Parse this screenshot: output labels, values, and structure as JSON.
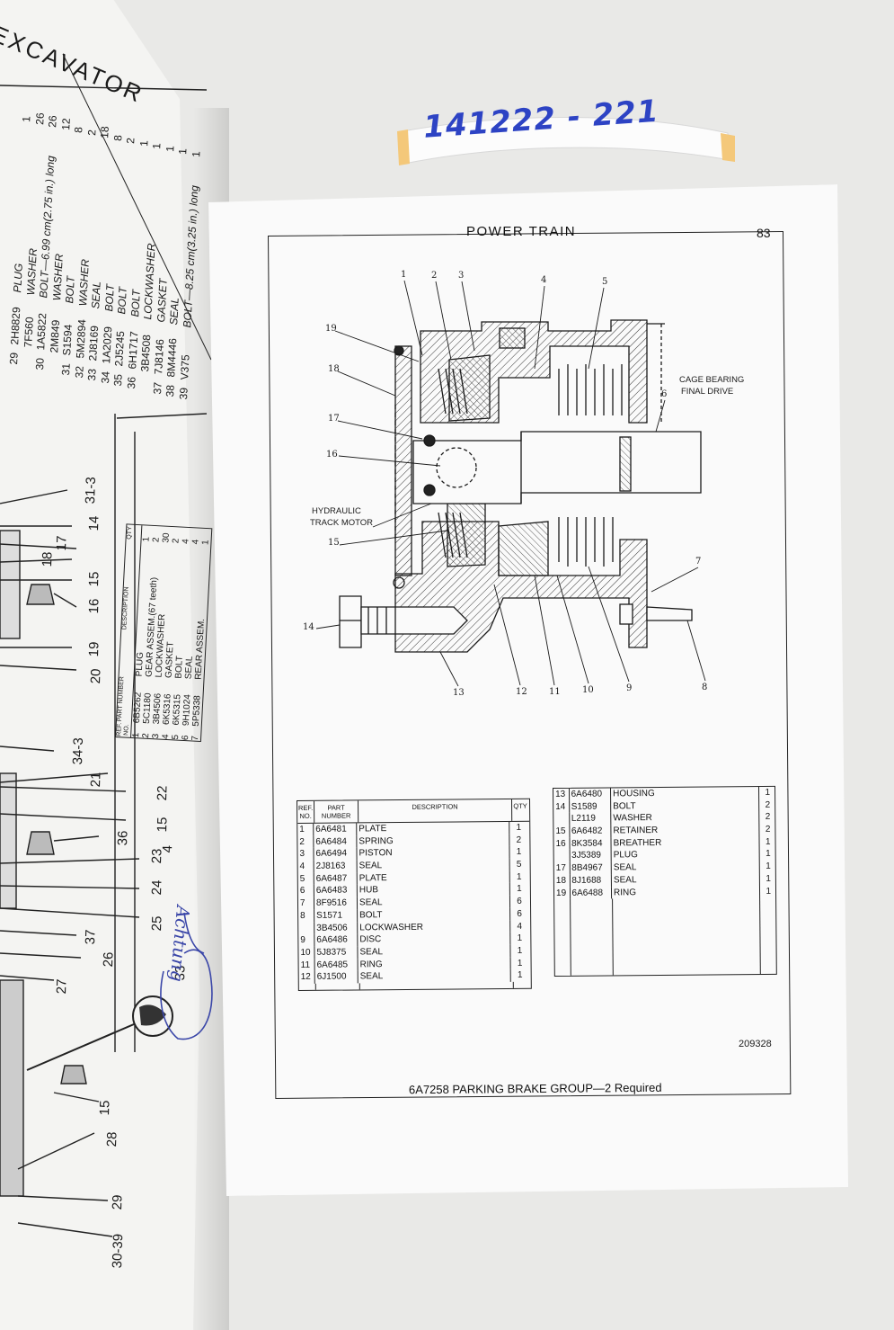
{
  "left_page": {
    "title": "EXCAVATOR",
    "parts_rows": [
      {
        "ref": "29",
        "part": "2H8829",
        "desc": "PLUG",
        "qty": "1"
      },
      {
        "ref": "",
        "part": "7F560",
        "desc": "WASHER",
        "qty": "26"
      },
      {
        "ref": "30",
        "part": "1A5822",
        "desc": "BOLT—6.99 cm(2.75 in.) long",
        "qty": "26"
      },
      {
        "ref": "",
        "part": "2M849",
        "desc": "WASHER",
        "qty": "12"
      },
      {
        "ref": "31",
        "part": "S1594",
        "desc": "BOLT",
        "qty": "8"
      },
      {
        "ref": "32",
        "part": "5M2894",
        "desc": "WASHER",
        "qty": "2"
      },
      {
        "ref": "33",
        "part": "2J8169",
        "desc": "SEAL",
        "qty": "18"
      },
      {
        "ref": "34",
        "part": "1A2029",
        "desc": "BOLT",
        "qty": "8"
      },
      {
        "ref": "35",
        "part": "2J5245",
        "desc": "BOLT",
        "qty": "2"
      },
      {
        "ref": "36",
        "part": "6H1717",
        "desc": "BOLT",
        "qty": "1"
      },
      {
        "ref": "",
        "part": "3B4508",
        "desc": "LOCKWASHER",
        "qty": "1"
      },
      {
        "ref": "37",
        "part": "7J8146",
        "desc": "GASKET",
        "qty": "1"
      },
      {
        "ref": "38",
        "part": "8M4446",
        "desc": "SEAL",
        "qty": "1"
      },
      {
        "ref": "39",
        "part": "V375",
        "desc": "BOLT—8.25 cm(3.25 in.) long",
        "qty": "1"
      }
    ],
    "small_table": {
      "headers": {
        "ref": "REF. NO.",
        "part": "PART NUMBER",
        "desc": "DESCRIPTION",
        "qty": "QTY"
      },
      "rows": [
        {
          "ref": "1",
          "part": "6B5262",
          "desc": "PLUG",
          "qty": "1"
        },
        {
          "ref": "2",
          "part": "5C1180",
          "desc": "GEAR ASSEM.(67 teeth)",
          "qty": "2"
        },
        {
          "ref": "3",
          "part": "3B4506",
          "desc": "LOCKWASHER",
          "qty": "30"
        },
        {
          "ref": "4",
          "part": "6K5316",
          "desc": "GASKET",
          "qty": "2"
        },
        {
          "ref": "5",
          "part": "6K5315",
          "desc": "BOLT",
          "qty": "4"
        },
        {
          "ref": "6",
          "part": "9H1024",
          "desc": "SEAL",
          "qty": "4"
        },
        {
          "ref": "7",
          "part": "5P5338",
          "desc": "REAR ASSEM.",
          "qty": "1"
        }
      ]
    },
    "callouts": [
      "31-3",
      "14",
      "17",
      "18",
      "15",
      "16",
      "19",
      "20",
      "34-3",
      "21",
      "22",
      "15",
      "36",
      "23",
      "4",
      "24",
      "25",
      "37",
      "26",
      "27",
      "33",
      "15",
      "28",
      "29",
      "30-39"
    ],
    "handwriting": "Achtung"
  },
  "sticker": {
    "text": "141222 - 221"
  },
  "right_page": {
    "header": "POWER TRAIN",
    "page_number": "83",
    "diagram_labels": {
      "cage_bearing": "CAGE BEARING",
      "final_drive": "FINAL DRIVE",
      "hydraulic": "HYDRAULIC",
      "track_motor": "TRACK MOTOR",
      "numbers": [
        "1",
        "2",
        "3",
        "4",
        "5",
        "6",
        "7",
        "8",
        "9",
        "10",
        "11",
        "12",
        "13",
        "14",
        "15",
        "16",
        "17",
        "18",
        "19"
      ]
    },
    "table_left": {
      "headers": {
        "ref": "REF. NO.",
        "part": "PART NUMBER",
        "desc": "DESCRIPTION",
        "qty": "QTY"
      },
      "rows": [
        {
          "ref": "1",
          "part": "6A6481",
          "desc": "PLATE",
          "qty": "1"
        },
        {
          "ref": "2",
          "part": "6A6484",
          "desc": "SPRING",
          "qty": "2"
        },
        {
          "ref": "3",
          "part": "6A6494",
          "desc": "PISTON",
          "qty": "1"
        },
        {
          "ref": "4",
          "part": "2J8163",
          "desc": "SEAL",
          "qty": "5"
        },
        {
          "ref": "5",
          "part": "6A6487",
          "desc": "PLATE",
          "qty": "1"
        },
        {
          "ref": "6",
          "part": "6A6483",
          "desc": "HUB",
          "qty": "1"
        },
        {
          "ref": "7",
          "part": "8F9516",
          "desc": "SEAL",
          "qty": "6"
        },
        {
          "ref": "8",
          "part": "S1571",
          "desc": "BOLT",
          "qty": "6"
        },
        {
          "ref": "",
          "part": "3B4506",
          "desc": "LOCKWASHER",
          "qty": "4"
        },
        {
          "ref": "9",
          "part": "6A6486",
          "desc": "DISC",
          "qty": "1"
        },
        {
          "ref": "10",
          "part": "5J8375",
          "desc": "SEAL",
          "qty": "1"
        },
        {
          "ref": "11",
          "part": "6A6485",
          "desc": "RING",
          "qty": "1"
        },
        {
          "ref": "12",
          "part": "6J1500",
          "desc": "SEAL",
          "qty": "1"
        }
      ]
    },
    "table_right": {
      "rows": [
        {
          "ref": "13",
          "part": "6A6480",
          "desc": "HOUSING",
          "qty": "1"
        },
        {
          "ref": "14",
          "part": "S1589",
          "desc": "BOLT",
          "qty": "2"
        },
        {
          "ref": "",
          "part": "L2119",
          "desc": "WASHER",
          "qty": "2"
        },
        {
          "ref": "15",
          "part": "6A6482",
          "desc": "RETAINER",
          "qty": "2"
        },
        {
          "ref": "16",
          "part": "8K3584",
          "desc": "BREATHER",
          "qty": "1"
        },
        {
          "ref": "",
          "part": "3J5389",
          "desc": "PLUG",
          "qty": "1"
        },
        {
          "ref": "17",
          "part": "8B4967",
          "desc": "SEAL",
          "qty": "1"
        },
        {
          "ref": "18",
          "part": "8J1688",
          "desc": "SEAL",
          "qty": "1"
        },
        {
          "ref": "19",
          "part": "6A6488",
          "desc": "RING",
          "qty": "1"
        }
      ]
    },
    "figure_number": "209328",
    "caption": "6A7258 PARKING BRAKE GROUP—2 Required"
  }
}
